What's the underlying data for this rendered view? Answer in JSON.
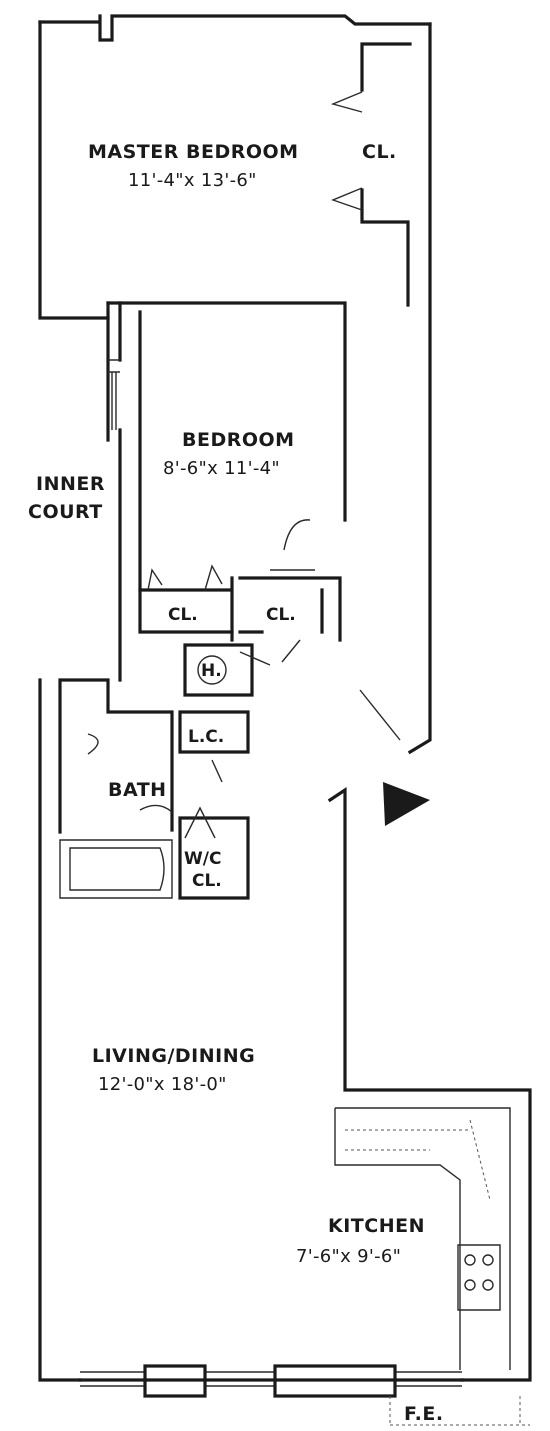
{
  "rooms": {
    "master_bedroom": {
      "name": "MASTER BEDROOM",
      "dims": "11'-4\"x 13'-6\""
    },
    "master_closet": {
      "name": "CL."
    },
    "bedroom": {
      "name": "BEDROOM",
      "dims": "8'-6\"x 11'-4\""
    },
    "inner_court": {
      "line1": "INNER",
      "line2": "COURT"
    },
    "closet_left": {
      "name": "CL."
    },
    "closet_right": {
      "name": "CL."
    },
    "heater": {
      "name": "H."
    },
    "linen_closet": {
      "name": "L.C."
    },
    "bath": {
      "name": "BATH"
    },
    "wic": {
      "line1": "W/C",
      "line2": "CL."
    },
    "living_dining": {
      "name": "LIVING/DINING",
      "dims": "12'-0\"x 18'-0\""
    },
    "kitchen": {
      "name": "KITCHEN",
      "dims": "7'-6\"x 9'-6\""
    },
    "fire_escape": {
      "name": "F.E."
    }
  }
}
